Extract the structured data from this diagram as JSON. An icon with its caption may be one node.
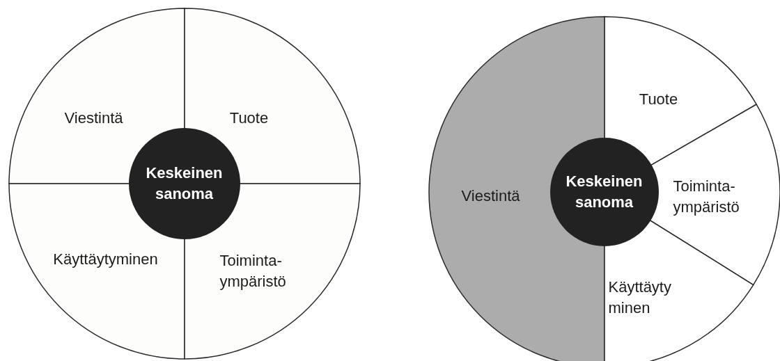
{
  "diagram": {
    "nodes": [
      {
        "text": [],
        "shape": "circle"
      },
      {
        "text": [
          "Viestintä"
        ],
        "in": 0
      },
      {
        "text": [
          "Tuote"
        ],
        "in": 0
      },
      {
        "text": [
          "Keskeinen sanoma"
        ],
        "in": 0
      },
      {
        "text": [
          "Käyttäytyminen"
        ],
        "in": 0
      },
      {
        "text": [
          "Toiminta- ympäristö"
        ],
        "in": 0
      },
      {
        "text": [],
        "shape": "circle"
      },
      {
        "text": [
          "Tuote"
        ],
        "in": 6
      },
      {
        "text": [
          "Viestintä"
        ],
        "in": 6
      },
      {
        "text": [
          "Keskeinen sanoma"
        ],
        "in": 6
      },
      {
        "text": [
          "Toiminta- ympäristö"
        ],
        "in": 6
      },
      {
        "text": [
          "Käyttäyty minen"
        ],
        "in": 6
      }
    ]
  }
}
